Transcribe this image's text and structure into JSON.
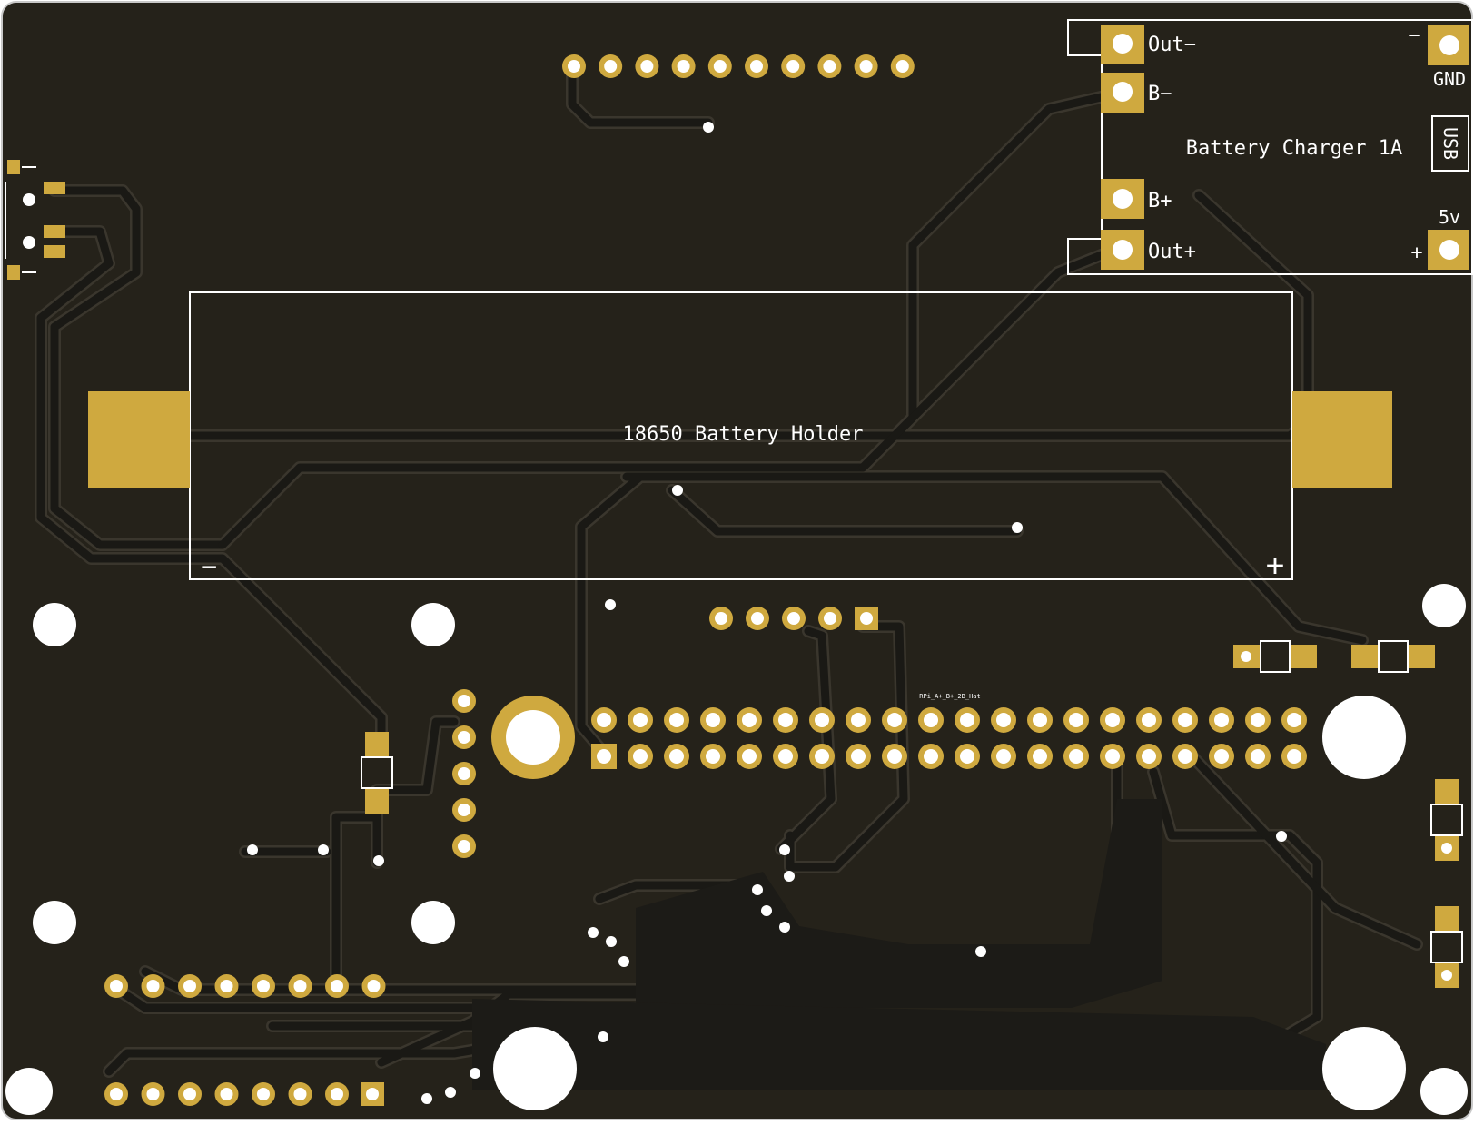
{
  "colors": {
    "board": "#25221a",
    "copper": "#cfa93f",
    "trace": "#1a1915",
    "trace_edge": "#33302a",
    "silk": "#ffffff",
    "hole": "#ffffff"
  },
  "charger": {
    "title": "Battery Charger 1A",
    "out_minus": "Out−",
    "b_minus": "B−",
    "b_plus": "B+",
    "out_plus": "Out+",
    "minus": "−",
    "gnd": "GND",
    "usb": "USB",
    "five_v": "5v",
    "plus": "+"
  },
  "battery": {
    "title": "18650 Battery Holder",
    "minus": "−",
    "plus": "+"
  },
  "rpi": {
    "label": "RPi_A+_B+_2B_Hat"
  }
}
